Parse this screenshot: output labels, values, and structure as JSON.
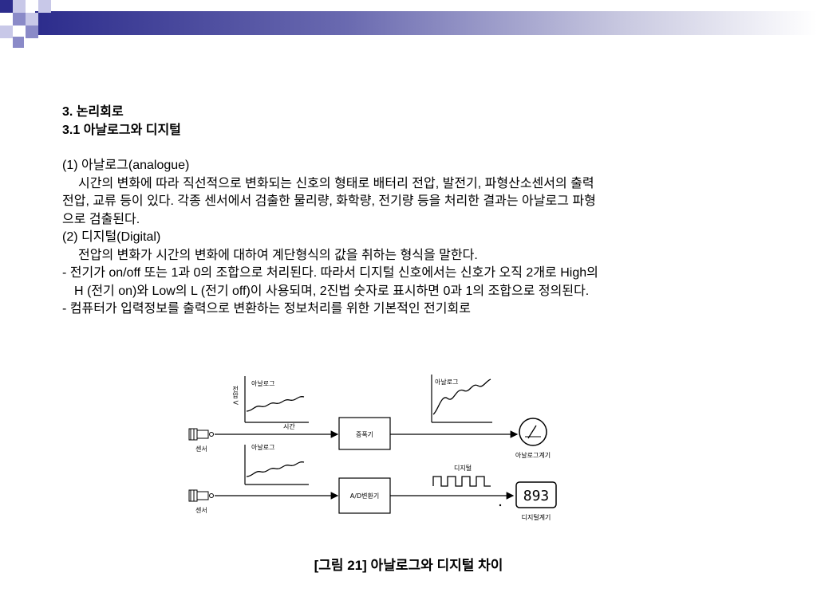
{
  "heading": {
    "section": "3. 논리회로",
    "subsection": "3.1 아날로그와 디지털"
  },
  "analog": {
    "title": "(1) 아날로그(analogue)",
    "body_line1": "시간의 변화에 따라 직선적으로 변화되는 신호의 형태로 배터리 전압, 발전기, 파형산소센서의 출력",
    "body_line2": "전압, 교류 등이 있다.  각종 센서에서 검출한 물리량, 화학량, 전기량 등을 처리한 결과는 아날로그 파형",
    "body_line3": "으로 검출된다."
  },
  "digital": {
    "title": "(2) 디지털(Digital)",
    "body": "전압의 변화가 시간의 변화에 대하여 계단형식의 값을 취하는 형식을 말한다.",
    "bullet1_line1": "- 전기가 on/off 또는 1과 0의 조합으로 처리된다. 따라서 디지털 신호에서는 신호가 오직 2개로 High의",
    "bullet1_line2": "H (전기 on)와 Low의 L (전기 off)이 사용되며, 2진법 숫자로 표시하면 0과 1의 조합으로 정의된다.",
    "bullet2": "- 컴퓨터가 입력정보를 출력으로 변환하는 정보처리를 위한 기본적인 전기회로"
  },
  "figure": {
    "voltage_axis": "전압 V",
    "analog_label_top": "아날로그",
    "time_label": "시간",
    "sensor_label_top": "센서",
    "amplifier": "증폭기",
    "analog_output_label": "아날로그",
    "analog_meter": "아날로그계기",
    "analog_label_bottom": "아날로그",
    "sensor_label_bottom": "센서",
    "adc": "A/D변환기",
    "digital_label": "디지털",
    "digital_display": "893",
    "digital_meter": "디지털계기"
  },
  "caption": "[그림 21] 아날로그와 디지털 차이",
  "colors": {
    "bar_dark": "#2c2c8c",
    "square_mid": "#8a8ac8",
    "square_light": "#c8c8e8"
  }
}
